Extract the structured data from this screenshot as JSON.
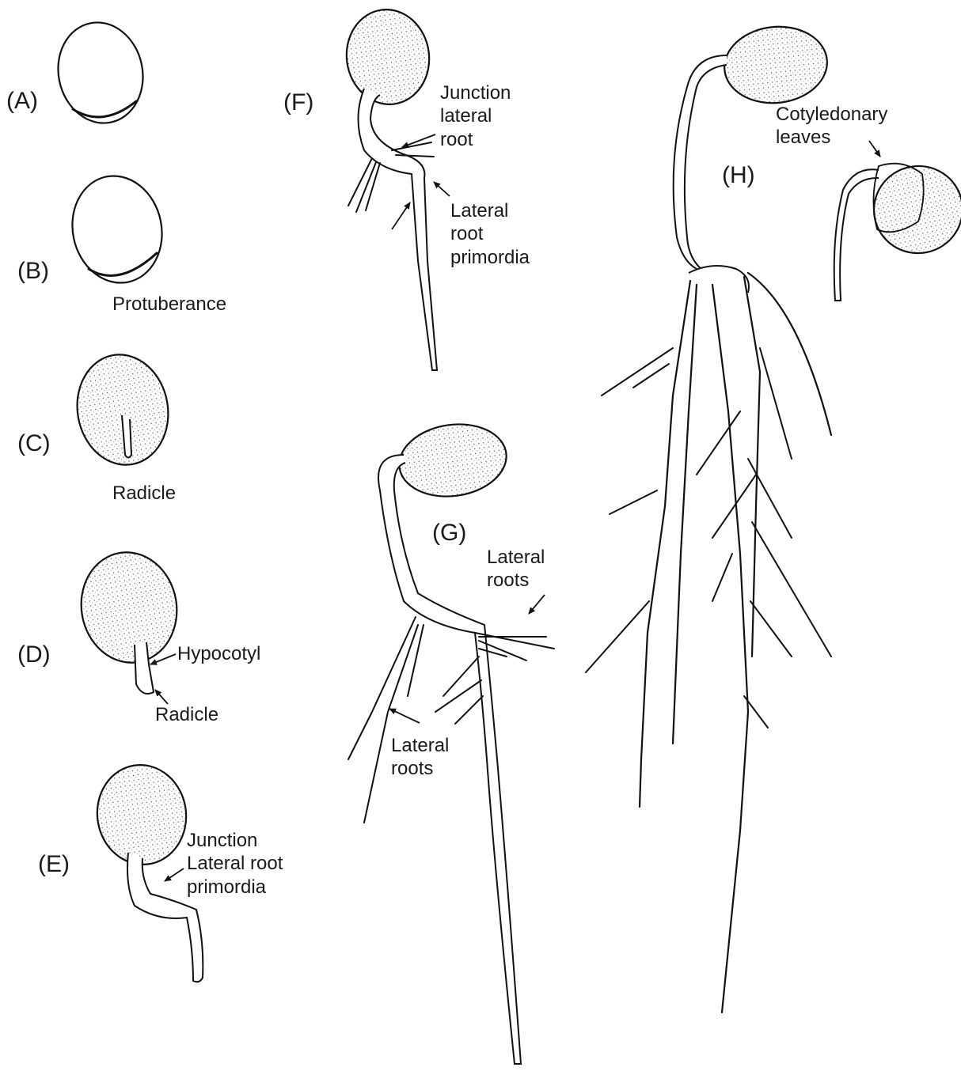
{
  "figure": {
    "stages": [
      {
        "id": "A",
        "label": "(A)"
      },
      {
        "id": "B",
        "label": "(B)",
        "annotations": [
          "Protuberance"
        ]
      },
      {
        "id": "C",
        "label": "(C)",
        "annotations": [
          "Radicle"
        ]
      },
      {
        "id": "D",
        "label": "(D)",
        "annotations": [
          "Hypocotyl",
          "Radicle"
        ]
      },
      {
        "id": "E",
        "label": "(E)",
        "annotations": [
          [
            "Junction",
            "Lateral root",
            "primordia"
          ]
        ]
      },
      {
        "id": "F",
        "label": "(F)",
        "annotations": [
          [
            "Junction",
            "lateral",
            "root"
          ],
          [
            "Lateral",
            "root",
            "primordia"
          ]
        ]
      },
      {
        "id": "G",
        "label": "(G)",
        "annotations": [
          [
            "Lateral",
            "roots"
          ],
          [
            "Lateral",
            "roots"
          ]
        ]
      },
      {
        "id": "H",
        "label": "(H)",
        "annotations": [
          [
            "Cotyledonary",
            "leaves"
          ]
        ]
      }
    ]
  }
}
